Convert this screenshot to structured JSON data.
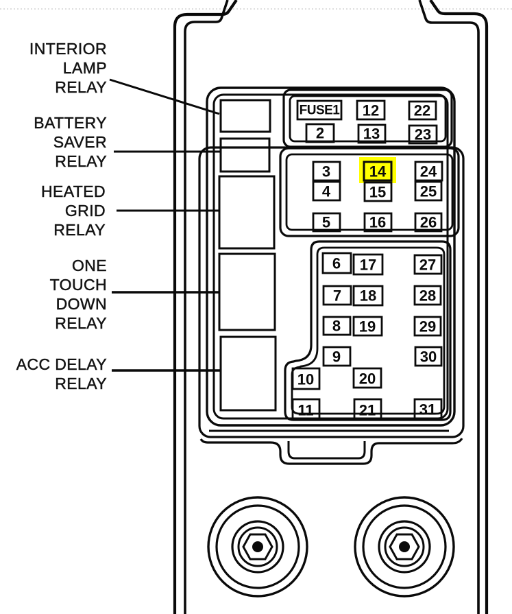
{
  "diagram": {
    "type": "fuse-box-diagram",
    "highlighted_fuse": "14",
    "colors": {
      "line": "#0a0a0a",
      "background": "#ffffff",
      "highlight": "#ffff00"
    }
  },
  "relay_labels": [
    {
      "name": "interior-lamp-relay",
      "text": "INTERIOR\nLAMP\nRELAY"
    },
    {
      "name": "battery-saver-relay",
      "text": "BATTERY\nSAVER\nRELAY"
    },
    {
      "name": "heated-grid-relay",
      "text": "HEATED\nGRID\nRELAY"
    },
    {
      "name": "one-touch-down-relay",
      "text": "ONE\nTOUCH\nDOWN\nRELAY"
    },
    {
      "name": "acc-delay-relay",
      "text": "ACC DELAY\nRELAY"
    }
  ],
  "fuses": {
    "f1": "FUSE1",
    "f2": "2",
    "f3": "3",
    "f4": "4",
    "f5": "5",
    "f6": "6",
    "f7": "7",
    "f8": "8",
    "f9": "9",
    "f10": "10",
    "f11": "11",
    "f12": "12",
    "f13": "13",
    "f14": "14",
    "f15": "15",
    "f16": "16",
    "f17": "17",
    "f18": "18",
    "f19": "19",
    "f20": "20",
    "f21": "21",
    "f22": "22",
    "f23": "23",
    "f24": "24",
    "f25": "25",
    "f26": "26",
    "f27": "27",
    "f28": "28",
    "f29": "29",
    "f30": "30",
    "f31": "31"
  }
}
